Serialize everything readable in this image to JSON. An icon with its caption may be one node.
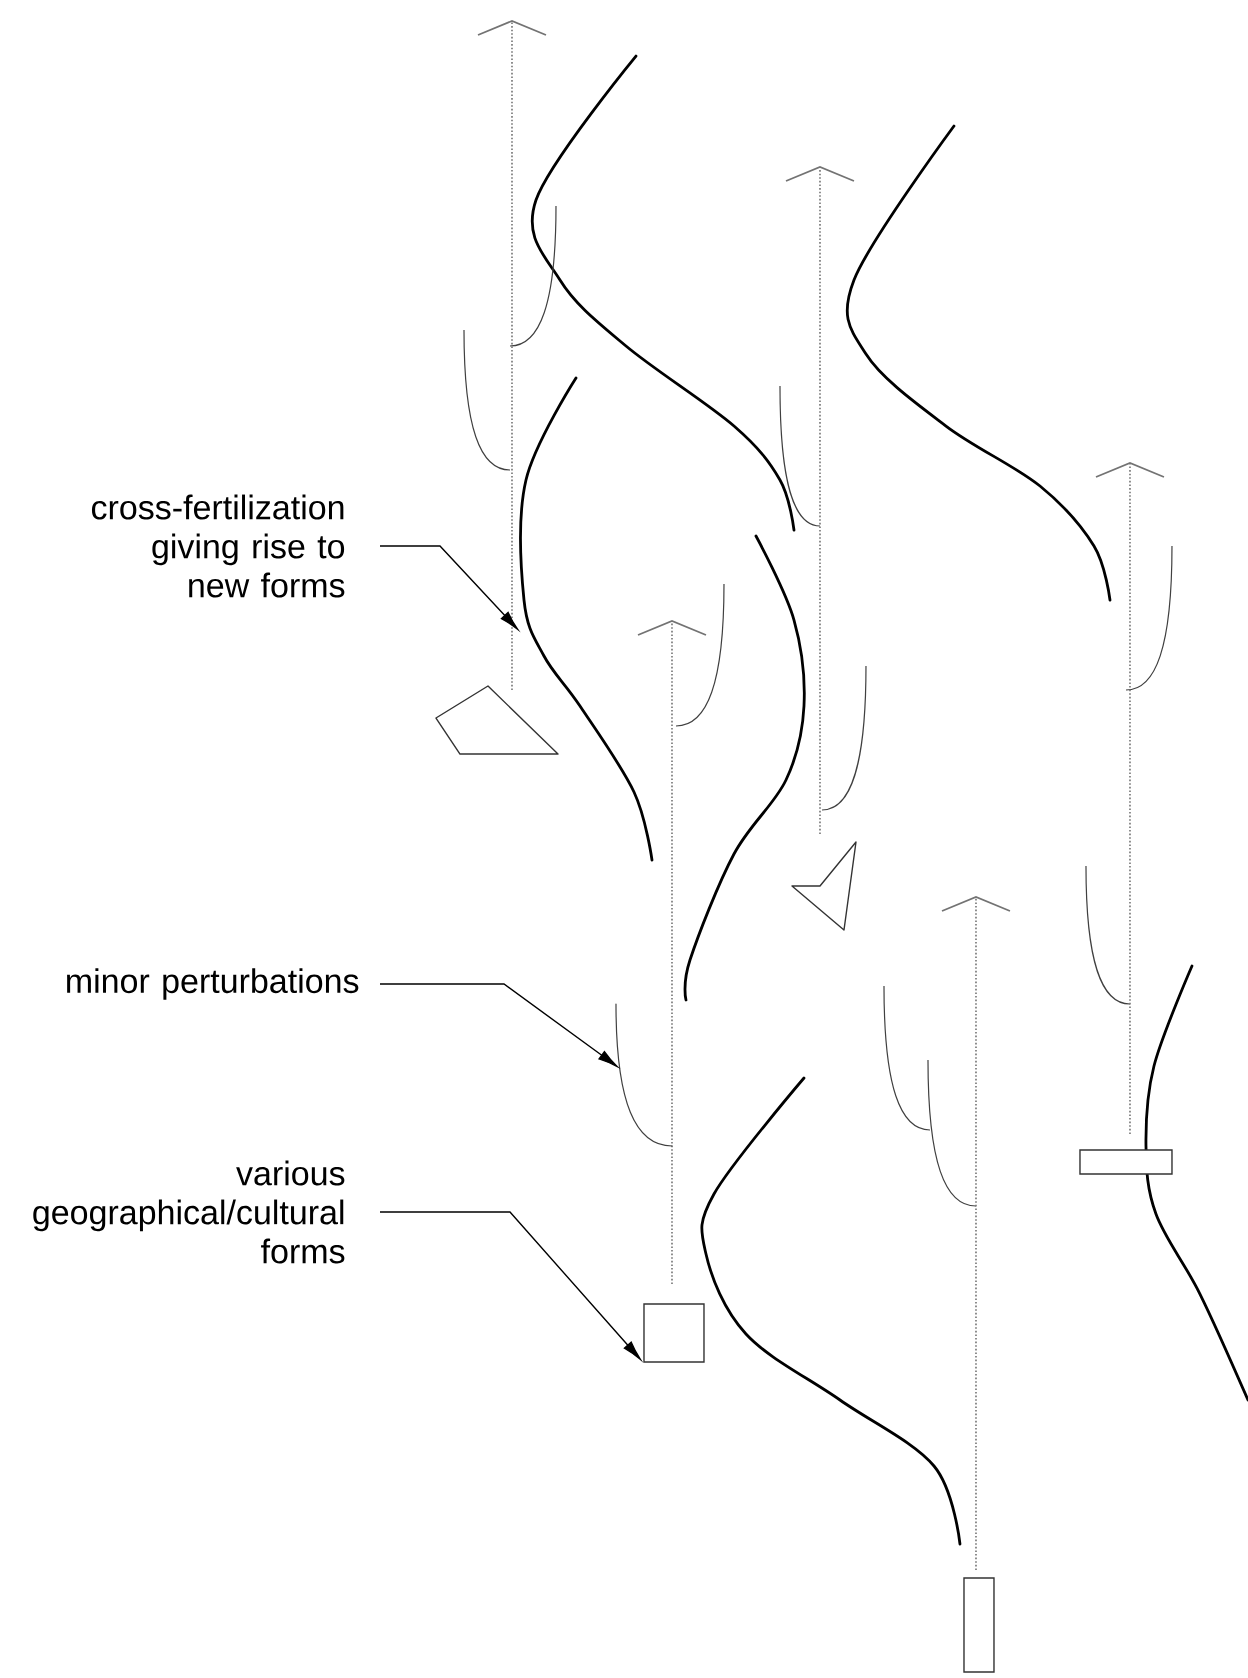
{
  "diagram": {
    "nodes": [
      {
        "text": [
          "cross-fertilization giving rise to new forms"
        ]
      },
      {
        "text": [],
        "shape": "curve"
      },
      {
        "text": [
          "minor perturbations"
        ]
      },
      {
        "text": [],
        "shape": "curve"
      },
      {
        "text": [
          "various geographical/cultural forms"
        ]
      },
      {
        "text": [],
        "shape": "box"
      },
      {
        "text": [],
        "shape": "polygon"
      },
      {
        "text": [],
        "shape": "triangle"
      },
      {
        "text": [],
        "shape": "bar"
      },
      {
        "text": [],
        "shape": "bar"
      }
    ],
    "edges": [
      {
        "from": 0,
        "to": 1,
        "arrow": "to",
        "color": "#000000"
      },
      {
        "from": 2,
        "to": 3,
        "arrow": "to",
        "color": "#000000"
      },
      {
        "from": 4,
        "to": 5,
        "arrow": "to",
        "color": "#000000"
      }
    ]
  }
}
